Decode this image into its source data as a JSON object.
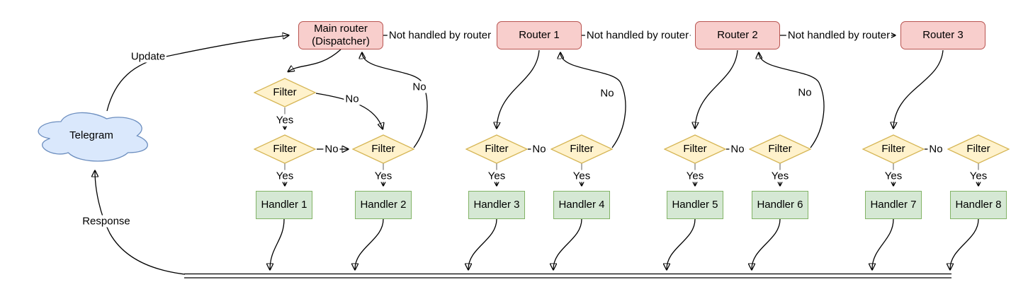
{
  "diagram": {
    "cloud": {
      "label": "Telegram"
    },
    "routers": [
      {
        "label": "Main router\n(Dispatcher)"
      },
      {
        "label": "Router 1"
      },
      {
        "label": "Router 2"
      },
      {
        "label": "Router 3"
      }
    ],
    "filters": [
      {
        "label": "Filter"
      },
      {
        "label": "Filter"
      },
      {
        "label": "Filter"
      },
      {
        "label": "Filter"
      },
      {
        "label": "Filter"
      },
      {
        "label": "Filter"
      },
      {
        "label": "Filter"
      },
      {
        "label": "Filter"
      },
      {
        "label": "Filter"
      }
    ],
    "handlers": [
      {
        "label": "Handler 1"
      },
      {
        "label": "Handler 2"
      },
      {
        "label": "Handler 3"
      },
      {
        "label": "Handler 4"
      },
      {
        "label": "Handler 5"
      },
      {
        "label": "Handler 6"
      },
      {
        "label": "Handler 7"
      },
      {
        "label": "Handler 8"
      }
    ],
    "edge_labels": {
      "update": "Update",
      "response": "Response",
      "not_handled": "Not handled by router",
      "yes": "Yes",
      "no": "No"
    },
    "colors": {
      "router_fill": "#F8CECC",
      "router_stroke": "#B85450",
      "filter_fill": "#FFF2CC",
      "filter_stroke": "#D6B656",
      "handler_fill": "#D5E8D4",
      "handler_stroke": "#82B366",
      "cloud_fill": "#DAE8FC",
      "cloud_stroke": "#6C8EBF",
      "edge_stroke": "#000000",
      "yes_stub_stroke": "#999999"
    }
  }
}
